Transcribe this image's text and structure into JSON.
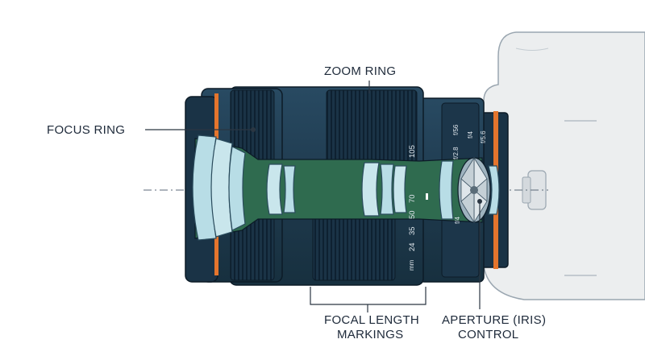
{
  "labels": {
    "zoom_ring": "ZOOM RING",
    "focus_ring": "FOCUS RING",
    "focal_length_line1": "FOCAL LENGTH",
    "focal_length_line2": "MARKINGS",
    "aperture_line1": "APERTURE (IRIS)",
    "aperture_line2": "CONTROL"
  },
  "focal_scale": {
    "unit": "mm",
    "values": [
      "24",
      "35",
      "50",
      "70",
      "105"
    ]
  },
  "aperture_scale": {
    "values": [
      "f/4",
      "f/2.8",
      "f/56",
      "f/4",
      "f/5.6"
    ]
  },
  "colors": {
    "body": "#1f3a4e",
    "body_dark": "#142a3a",
    "accent_orange": "#e4752d",
    "optic_green": "#2f6b4f",
    "glass": "#b8dde6",
    "camera_body": "#eceeef"
  }
}
